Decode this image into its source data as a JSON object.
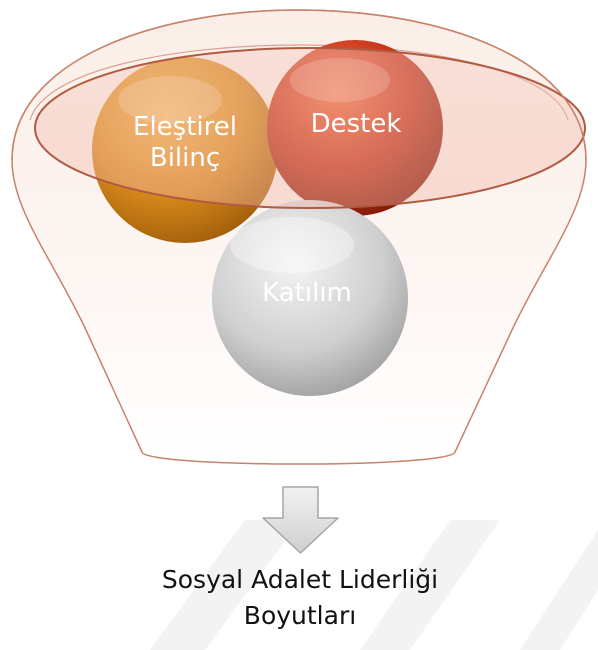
{
  "diagram": {
    "circles": [
      {
        "id": "elestirel-bilinc",
        "lines": [
          "Eleştirel",
          "Bilinç"
        ],
        "color": "#d98a1c"
      },
      {
        "id": "destek",
        "lines": [
          "Destek"
        ],
        "color": "#c4321a"
      },
      {
        "id": "katilim",
        "lines": [
          "Katılım"
        ],
        "color": "#bfbfbf"
      }
    ],
    "funnel_color": "#c0502f",
    "arrow_color": "#d9d9d9",
    "caption_lines": [
      "Sosyal Adalet Liderliği",
      "Boyutları"
    ]
  }
}
